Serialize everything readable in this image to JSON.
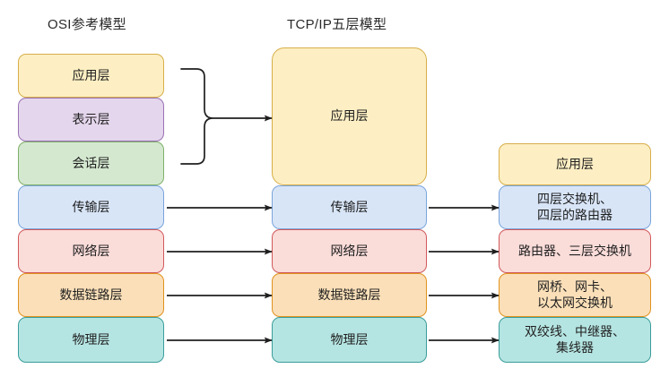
{
  "diagram": {
    "title_osi": "OSI参考模型",
    "title_tcpip": "TCP/IP五层模型",
    "osi_layers": [
      {
        "label": "应用层",
        "color": "#fdefc3"
      },
      {
        "label": "表示层",
        "color": "#e4d6ec"
      },
      {
        "label": "会话层",
        "color": "#d4e8d0"
      },
      {
        "label": "传输层",
        "color": "#d8e5f7"
      },
      {
        "label": "网络层",
        "color": "#fadcd9"
      },
      {
        "label": "数据链路层",
        "color": "#fadfb8"
      },
      {
        "label": "物理层",
        "color": "#b5e5e2"
      }
    ],
    "tcpip_layers": [
      {
        "label": "应用层",
        "color": "#fdefc3"
      },
      {
        "label": "传输层",
        "color": "#d8e5f7"
      },
      {
        "label": "网络层",
        "color": "#fadcd9"
      },
      {
        "label": "数据链路层",
        "color": "#fadfb8"
      },
      {
        "label": "物理层",
        "color": "#b5e5e2"
      }
    ],
    "device_layers": [
      {
        "label": "应用层",
        "color": "#fdefc3"
      },
      {
        "label": "四层交换机、\n四层的路由器",
        "color": "#d8e5f7"
      },
      {
        "label": "路由器、三层交换机",
        "color": "#fadcd9"
      },
      {
        "label": "网桥、网卡、\n以太网交换机",
        "color": "#fadfb8"
      },
      {
        "label": "双绞线、中继器、\n集线器",
        "color": "#b5e5e2"
      }
    ],
    "connector_stroke": "#1f1f1f"
  }
}
